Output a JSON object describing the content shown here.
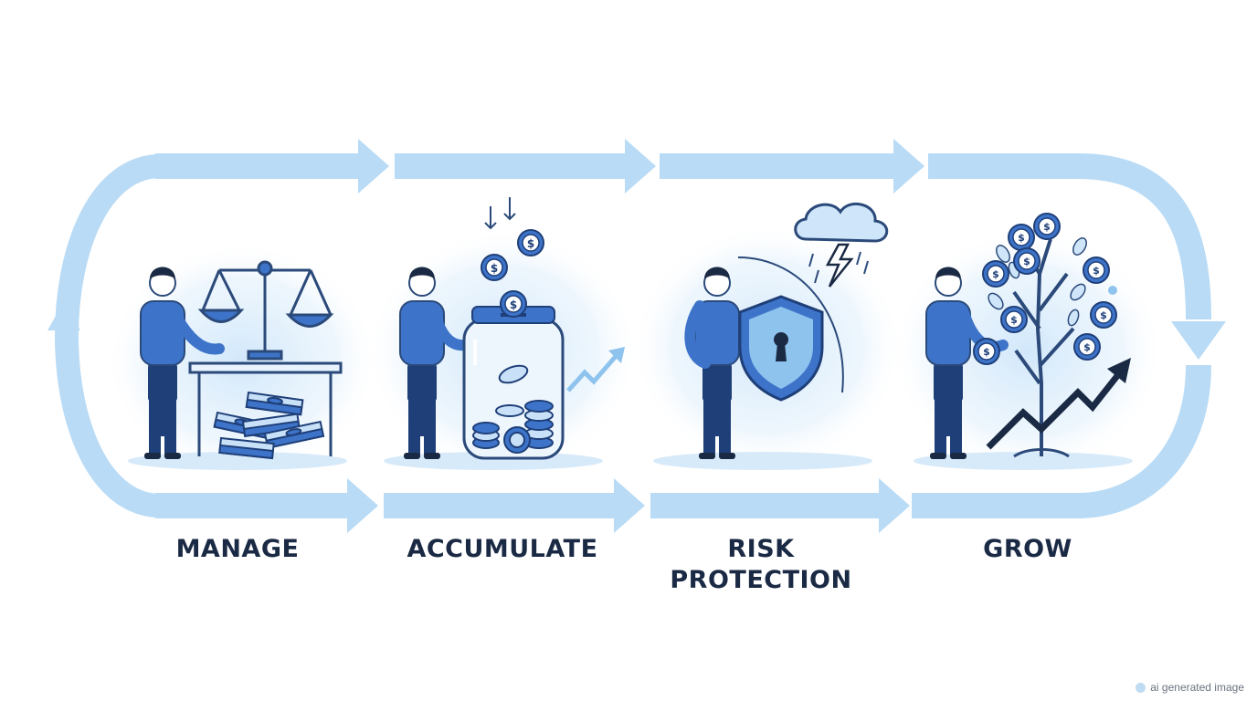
{
  "colors": {
    "arrow": "#b9dbf5",
    "figure_dark": "#1f3f78",
    "figure_mid": "#3d74c9",
    "line": "#2b4a7a",
    "glow": "#d9ecfb",
    "text": "#1b2a44"
  },
  "steps": [
    {
      "label": "MANAGE",
      "icon": "balance-scale-money-icon"
    },
    {
      "label": "ACCUMULATE",
      "icon": "coin-jar-icon"
    },
    {
      "label": "RISK\nPROTECTION",
      "icon": "shield-lock-icon"
    },
    {
      "label": "GROW",
      "icon": "money-tree-icon"
    }
  ],
  "coin_symbol": "$",
  "watermark": "ai generated image"
}
